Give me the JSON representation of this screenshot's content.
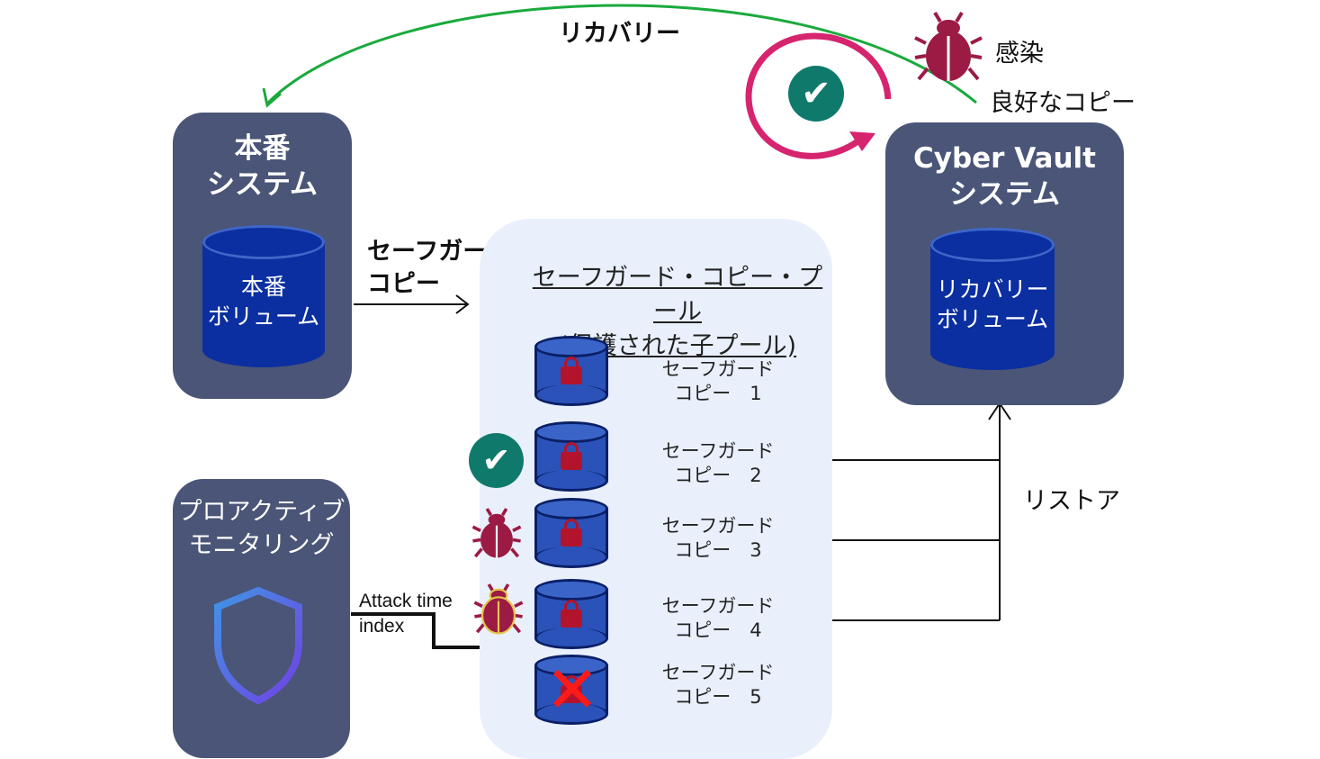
{
  "recovery_label": "リカバリー",
  "infected_label": "感染",
  "good_copy_label": "良好なコピー",
  "production": {
    "title": "本番\nシステム",
    "volume": "本番\nボリューム"
  },
  "vault": {
    "title": "Cyber Vault\nシステム",
    "volume": "リカバリー\nボリューム"
  },
  "safeguard_copy_label": "セーフガード・\nコピー",
  "pool_title": "セーフガード・コピー・プール\n(保護された子プール)",
  "copies": [
    {
      "label": "セーフガード\nコピー　1"
    },
    {
      "label": "セーフガード\nコピー　2"
    },
    {
      "label": "セーフガード\nコピー　3"
    },
    {
      "label": "セーフガード\nコピー　4"
    },
    {
      "label": "セーフガード\nコピー　5"
    }
  ],
  "restore_label": "リストア",
  "monitoring_title": "プロアクティブ\nモニタリング",
  "attack_label": "Attack time\nindex",
  "colors": {
    "box": "#4a5577",
    "volume": "#0b2fa0",
    "green_arrow": "#1aaa3c",
    "magenta": "#d6246f",
    "check": "#0f7a6c",
    "bug": "#9b1b45"
  }
}
